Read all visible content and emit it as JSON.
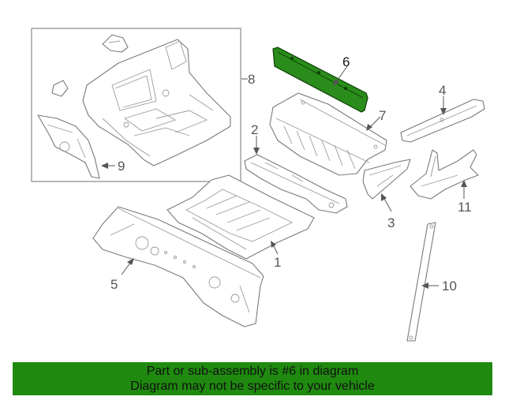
{
  "diagram": {
    "highlight_color": "#2a8c1a",
    "callouts": [
      {
        "id": "1",
        "label": "1"
      },
      {
        "id": "2",
        "label": "2"
      },
      {
        "id": "3",
        "label": "3"
      },
      {
        "id": "4",
        "label": "4"
      },
      {
        "id": "5",
        "label": "5"
      },
      {
        "id": "6",
        "label": "6",
        "highlighted": true
      },
      {
        "id": "7",
        "label": "7"
      },
      {
        "id": "8",
        "label": "8"
      },
      {
        "id": "9",
        "label": "9"
      },
      {
        "id": "10",
        "label": "10"
      },
      {
        "id": "11",
        "label": "11"
      }
    ]
  },
  "banner": {
    "line1": "Part or sub-assembly is #6 in diagram",
    "line2": "Diagram may not be specific to your vehicle",
    "background": "#1f8a0f"
  }
}
